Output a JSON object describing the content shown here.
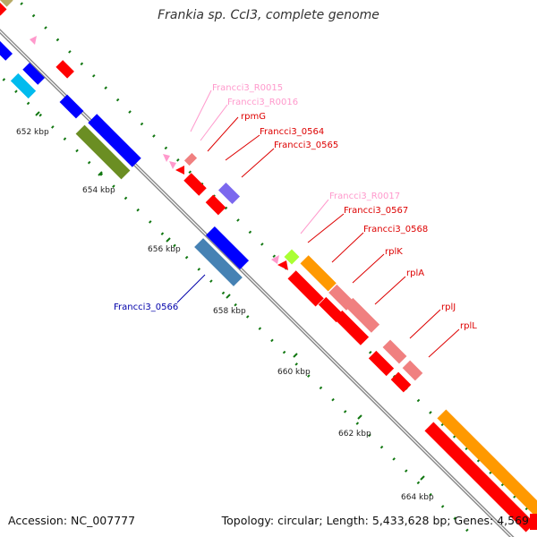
{
  "title": "Frankia sp. CcI3, complete genome",
  "footer": {
    "accession": "Accession: NC_007777",
    "summary": "Topology: circular; Length: 5,433,628 bp; Genes: 4,569"
  },
  "scale_labels": [
    "652 kbp",
    "654 kbp",
    "656 kbp",
    "658 kbp",
    "660 kbp",
    "662 kbp",
    "664 kbp"
  ],
  "gene_labels": [
    {
      "text": "Francci3_R0015",
      "color": "#ff99cc"
    },
    {
      "text": "Francci3_R0016",
      "color": "#ff99cc"
    },
    {
      "text": "rpmG",
      "color": "#dd0000"
    },
    {
      "text": "Francci3_0564",
      "color": "#dd0000"
    },
    {
      "text": "Francci3_0565",
      "color": "#dd0000"
    },
    {
      "text": "Francci3_R0017",
      "color": "#ff99cc"
    },
    {
      "text": "Francci3_0567",
      "color": "#dd0000"
    },
    {
      "text": "Francci3_0568",
      "color": "#dd0000"
    },
    {
      "text": "rplK",
      "color": "#dd0000"
    },
    {
      "text": "rplA",
      "color": "#dd0000"
    },
    {
      "text": "rplJ",
      "color": "#dd0000"
    },
    {
      "text": "rplL",
      "color": "#dd0000"
    },
    {
      "text": "Francci3_0566",
      "color": "#0000aa"
    }
  ],
  "colors": {
    "backbone": "#888888",
    "tick": "#117711",
    "cds_forward": "#ff0000",
    "cds_reverse": "#0000ff",
    "rrna": "#ff99cc"
  }
}
